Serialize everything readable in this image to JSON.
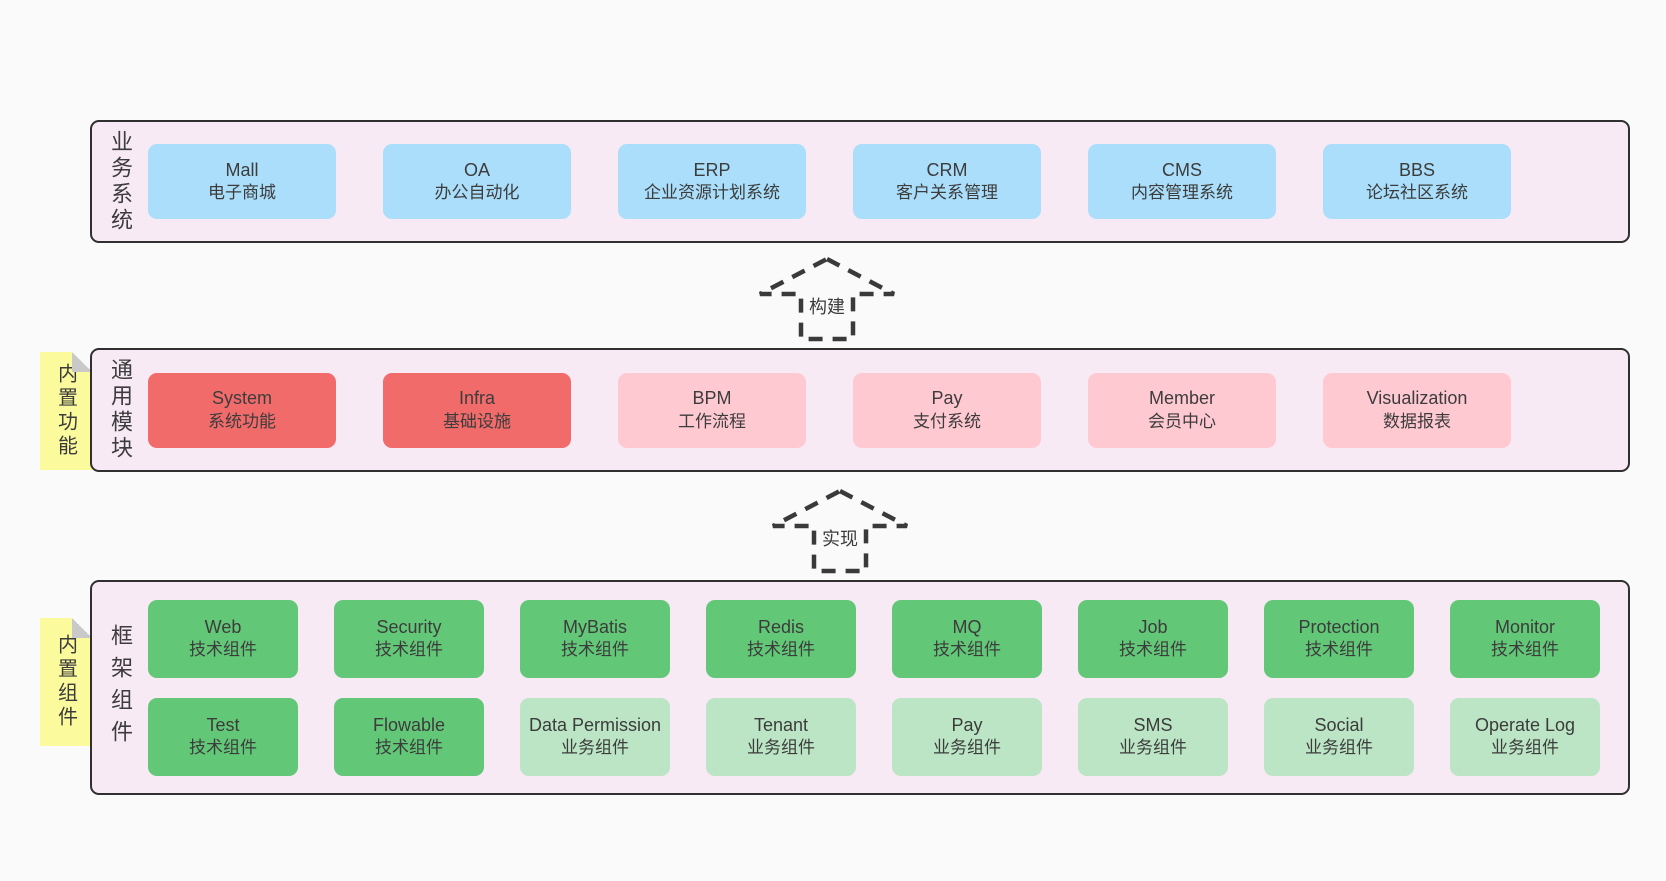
{
  "colors": {
    "page_bg": "#fafafa",
    "container_bg": "#f7eaf4",
    "container_border": "#303030",
    "box_blue": "#aadefa",
    "box_red": "#f26b6b",
    "box_pink": "#ffc9d2",
    "box_green": "#62c878",
    "box_lightgreen": "#bbe5c4",
    "note_yellow": "#fbfb9d",
    "note_fold_gray": "#c9c9c9",
    "text": "#3c3c3c"
  },
  "arrows": [
    {
      "label": "构建"
    },
    {
      "label": "实现"
    }
  ],
  "bands": [
    {
      "id": "business",
      "side_label": "业务系统",
      "boxes": [
        {
          "name": "Mall",
          "desc": "电子商城",
          "variant": "blue"
        },
        {
          "name": "OA",
          "desc": "办公自动化",
          "variant": "blue"
        },
        {
          "name": "ERP",
          "desc": "企业资源计划系统",
          "variant": "blue"
        },
        {
          "name": "CRM",
          "desc": "客户关系管理",
          "variant": "blue"
        },
        {
          "name": "CMS",
          "desc": "内容管理系统",
          "variant": "blue"
        },
        {
          "name": "BBS",
          "desc": "论坛社区系统",
          "variant": "blue"
        }
      ]
    },
    {
      "id": "modules",
      "side_label": "通用模块",
      "note": "内置功能",
      "boxes": [
        {
          "name": "System",
          "desc": "系统功能",
          "variant": "red"
        },
        {
          "name": "Infra",
          "desc": "基础设施",
          "variant": "red"
        },
        {
          "name": "BPM",
          "desc": "工作流程",
          "variant": "pink"
        },
        {
          "name": "Pay",
          "desc": "支付系统",
          "variant": "pink"
        },
        {
          "name": "Member",
          "desc": "会员中心",
          "variant": "pink"
        },
        {
          "name": "Visualization",
          "desc": "数据报表",
          "variant": "pink"
        }
      ]
    },
    {
      "id": "framework",
      "side_label": "框架组件",
      "note": "内置组件",
      "rows": [
        [
          {
            "name": "Web",
            "desc": "技术组件",
            "variant": "green"
          },
          {
            "name": "Security",
            "desc": "技术组件",
            "variant": "green"
          },
          {
            "name": "MyBatis",
            "desc": "技术组件",
            "variant": "green"
          },
          {
            "name": "Redis",
            "desc": "技术组件",
            "variant": "green"
          },
          {
            "name": "MQ",
            "desc": "技术组件",
            "variant": "green"
          },
          {
            "name": "Job",
            "desc": "技术组件",
            "variant": "green"
          },
          {
            "name": "Protection",
            "desc": "技术组件",
            "variant": "green"
          },
          {
            "name": "Monitor",
            "desc": "技术组件",
            "variant": "green"
          }
        ],
        [
          {
            "name": "Test",
            "desc": "技术组件",
            "variant": "green"
          },
          {
            "name": "Flowable",
            "desc": "技术组件",
            "variant": "green"
          },
          {
            "name": "Data Permission",
            "desc": "业务组件",
            "variant": "lightgreen"
          },
          {
            "name": "Tenant",
            "desc": "业务组件",
            "variant": "lightgreen"
          },
          {
            "name": "Pay",
            "desc": "业务组件",
            "variant": "lightgreen"
          },
          {
            "name": "SMS",
            "desc": "业务组件",
            "variant": "lightgreen"
          },
          {
            "name": "Social",
            "desc": "业务组件",
            "variant": "lightgreen"
          },
          {
            "name": "Operate Log",
            "desc": "业务组件",
            "variant": "lightgreen"
          }
        ]
      ]
    }
  ]
}
